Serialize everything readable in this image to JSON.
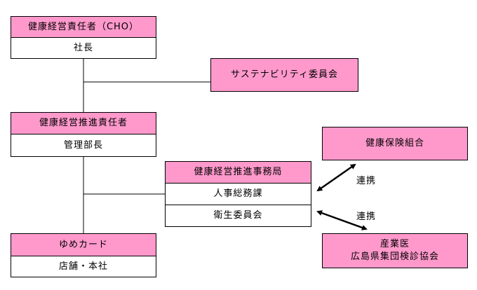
{
  "cho": {
    "title": "健康経営責任者（CHO）",
    "sub": "社長"
  },
  "sustainability": {
    "title": "サステナビリティ委員会"
  },
  "promotion": {
    "title": "健康経営推進責任者",
    "sub": "管理部長"
  },
  "office": {
    "title": "健康経営推進事務局",
    "row1": "人事総務課",
    "row2": "衛生委員会"
  },
  "insurance": {
    "title": "健康保険組合"
  },
  "doctor": {
    "line1": "産業医",
    "line2": "広島県集団検診協会"
  },
  "yume": {
    "title": "ゆめカード",
    "sub": "店舗・本社"
  },
  "links": {
    "upper": "連携",
    "lower": "連携"
  },
  "colors": {
    "box_fill": "#ff99cc",
    "line": "#000000"
  }
}
